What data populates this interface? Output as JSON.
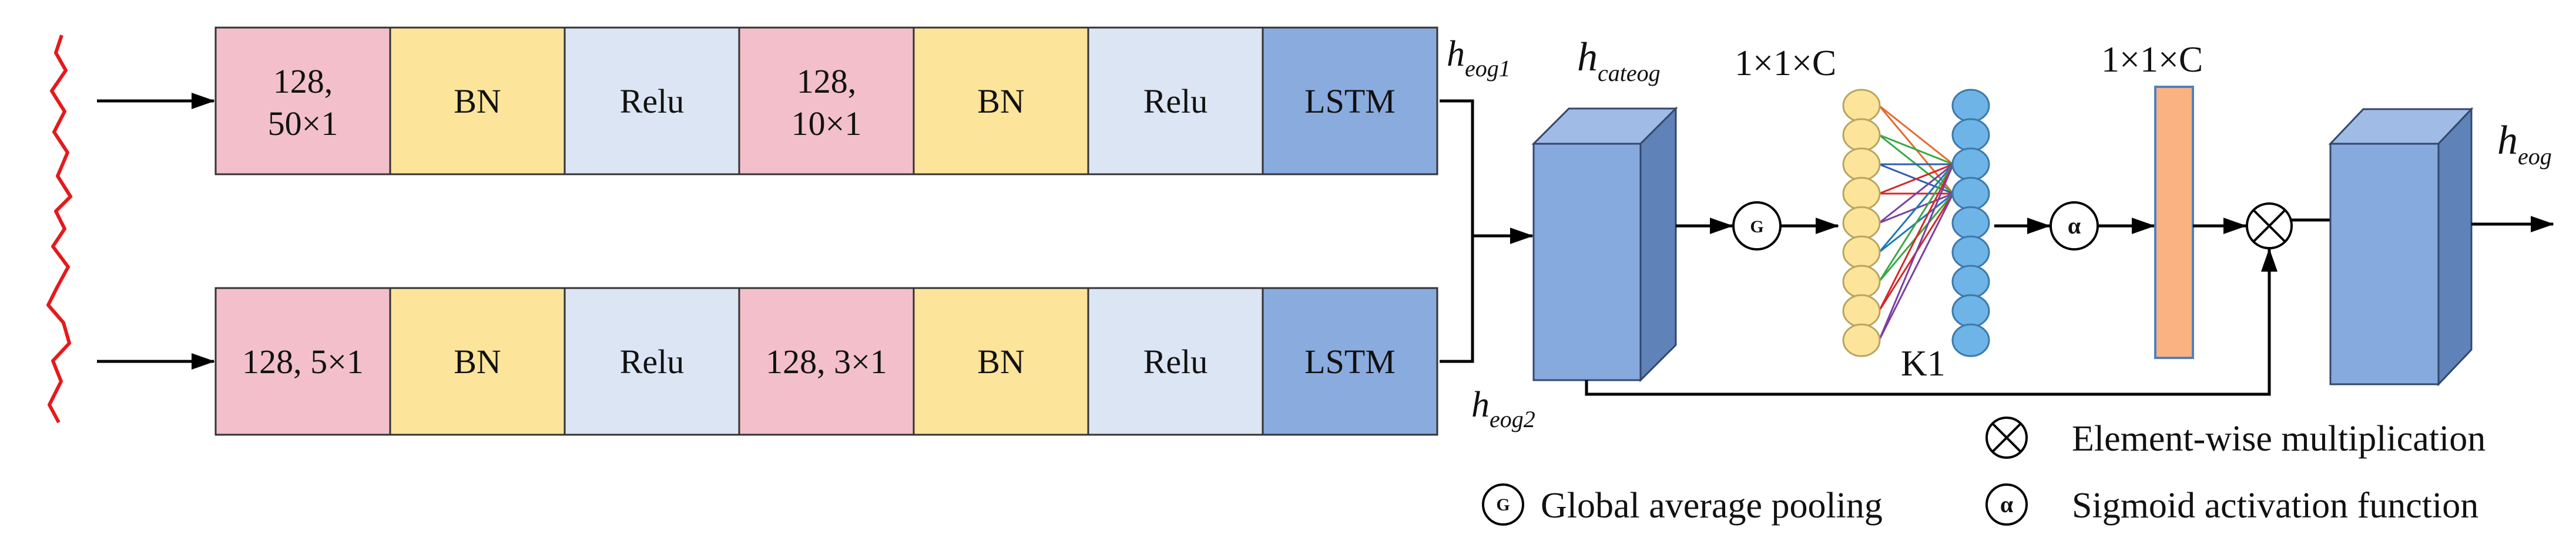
{
  "branch1": {
    "blocks": [
      {
        "line1": "128,",
        "line2": "50×1",
        "color": "#f2bfcb"
      },
      {
        "line1": "BN",
        "line2": "",
        "color": "#fce49a"
      },
      {
        "line1": "Relu",
        "line2": "",
        "color": "#dbe5f3"
      },
      {
        "line1": "128,",
        "line2": "10×1",
        "color": "#f2bfcb"
      },
      {
        "line1": "BN",
        "line2": "",
        "color": "#fce49a"
      },
      {
        "line1": "Relu",
        "line2": "",
        "color": "#dbe5f3"
      },
      {
        "line1": "LSTM",
        "line2": "",
        "color": "#8aabde"
      }
    ],
    "output_label": {
      "base": "h",
      "sub": "eog1"
    }
  },
  "branch2": {
    "blocks": [
      {
        "line1": "128, 5×1",
        "line2": "",
        "color": "#f2bfcb"
      },
      {
        "line1": "BN",
        "line2": "",
        "color": "#fce49a"
      },
      {
        "line1": "Relu",
        "line2": "",
        "color": "#dbe5f3"
      },
      {
        "line1": "128, 3×1",
        "line2": "",
        "color": "#f2bfcb"
      },
      {
        "line1": "BN",
        "line2": "",
        "color": "#fce49a"
      },
      {
        "line1": "Relu",
        "line2": "",
        "color": "#dbe5f3"
      },
      {
        "line1": "LSTM",
        "line2": "",
        "color": "#8aabde"
      }
    ],
    "output_label": {
      "base": "h",
      "sub": "eog2"
    }
  },
  "concat_label": {
    "base": "h",
    "sub": "cateog"
  },
  "output_label": {
    "base": "h",
    "sub": "eog"
  },
  "shape_label_1": "1×1×C",
  "shape_label_2": "1×1×C",
  "k_label": "K1",
  "symbols": {
    "gap": "G",
    "sigmoid": "α"
  },
  "legend": {
    "multiply": "Element-wise multiplication",
    "gap": "Global average pooling",
    "sigmoid": "Sigmoid activation function"
  },
  "colors": {
    "conv": "#f2bfcb",
    "bn": "#fce49a",
    "relu": "#dbe5f3",
    "lstm": "#8aabde",
    "cube_front": "#86a9de",
    "cube_top": "#9fbbe6",
    "cube_side": "#5f82b8",
    "neuron_left": "#fce49a",
    "neuron_right": "#6fb4e6",
    "attention_bar": "#fbb282",
    "signal": "#e41a1c"
  }
}
